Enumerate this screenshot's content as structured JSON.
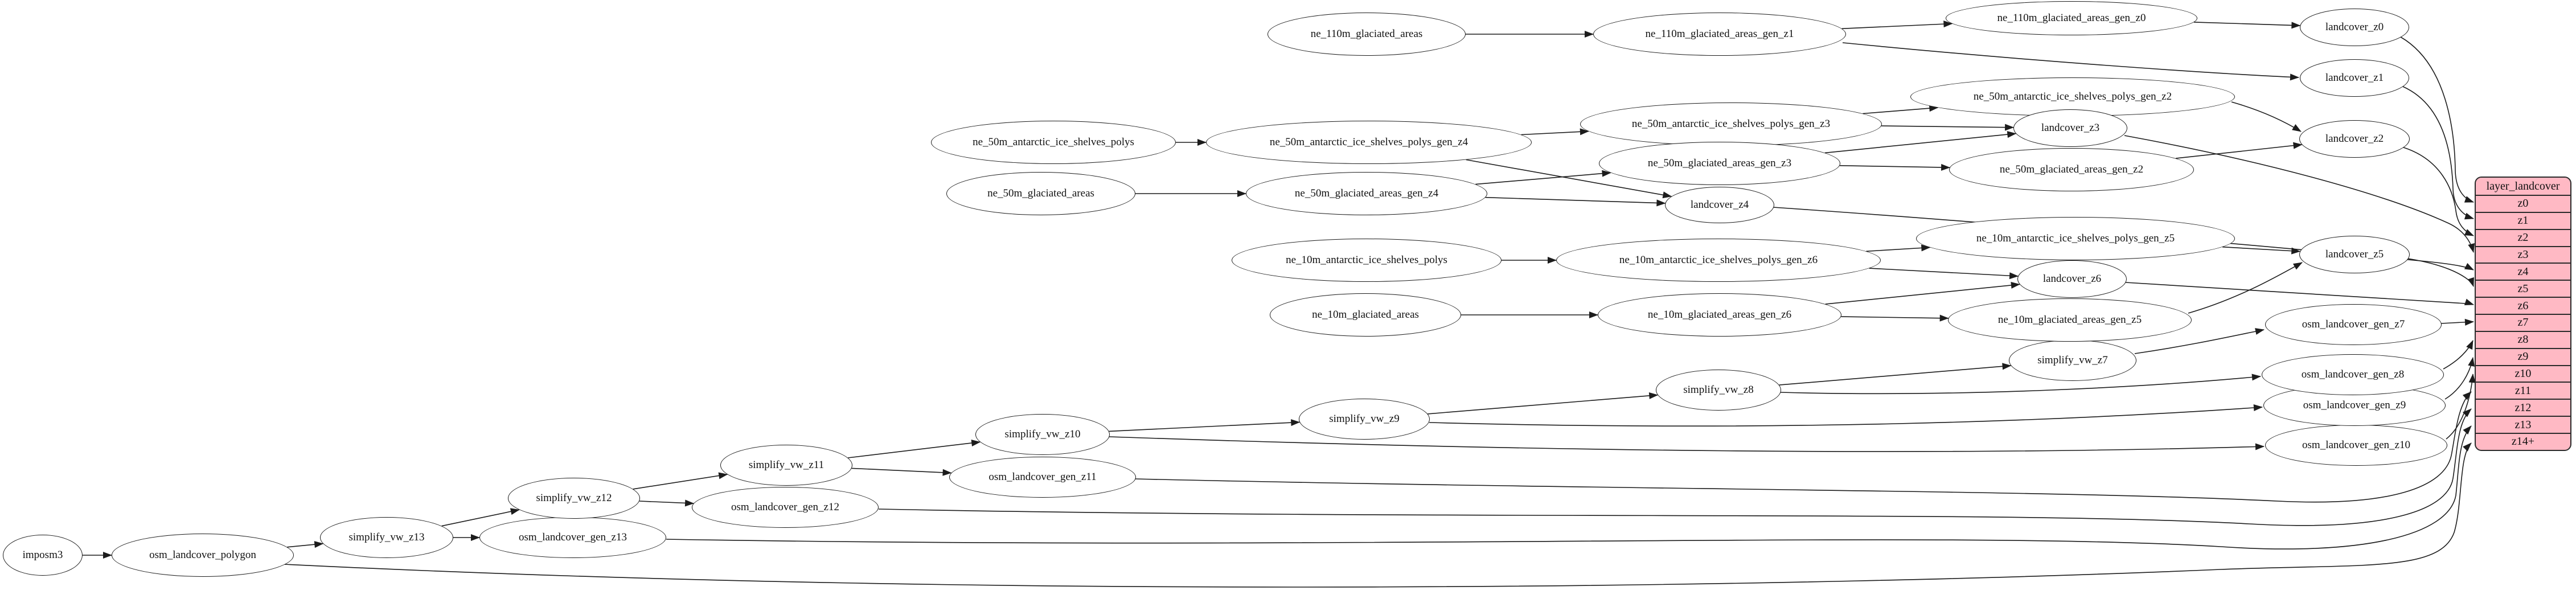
{
  "diagram": {
    "description_colors": {
      "background": "#ffffff",
      "node_fill": "#ffffff",
      "node_stroke": "#1c1c1c",
      "edge_stroke": "#1c1c1c",
      "table_fill": "#ffb9c4",
      "table_stroke": "#2b2b2b",
      "text": "#111111"
    }
  },
  "graph": {
    "nodes": [
      {
        "id": "imposm3",
        "label": "imposm3"
      },
      {
        "id": "osm_landcover_polygon",
        "label": "osm_landcover_polygon"
      },
      {
        "id": "simplify_vw_z13",
        "label": "simplify_vw_z13"
      },
      {
        "id": "osm_landcover_gen_z13",
        "label": "osm_landcover_gen_z13"
      },
      {
        "id": "simplify_vw_z12",
        "label": "simplify_vw_z12"
      },
      {
        "id": "osm_landcover_gen_z12",
        "label": "osm_landcover_gen_z12"
      },
      {
        "id": "simplify_vw_z11",
        "label": "simplify_vw_z11"
      },
      {
        "id": "osm_landcover_gen_z11",
        "label": "osm_landcover_gen_z11"
      },
      {
        "id": "simplify_vw_z10",
        "label": "simplify_vw_z10"
      },
      {
        "id": "osm_landcover_gen_z10",
        "label": "osm_landcover_gen_z10"
      },
      {
        "id": "simplify_vw_z9",
        "label": "simplify_vw_z9"
      },
      {
        "id": "osm_landcover_gen_z9",
        "label": "osm_landcover_gen_z9"
      },
      {
        "id": "simplify_vw_z8",
        "label": "simplify_vw_z8"
      },
      {
        "id": "osm_landcover_gen_z8",
        "label": "osm_landcover_gen_z8"
      },
      {
        "id": "simplify_vw_z7",
        "label": "simplify_vw_z7"
      },
      {
        "id": "osm_landcover_gen_z7",
        "label": "osm_landcover_gen_z7"
      },
      {
        "id": "ne_110m_glaciated_areas",
        "label": "ne_110m_glaciated_areas"
      },
      {
        "id": "ne_110m_glaciated_areas_gen_z1",
        "label": "ne_110m_glaciated_areas_gen_z1"
      },
      {
        "id": "ne_110m_glaciated_areas_gen_z0",
        "label": "ne_110m_glaciated_areas_gen_z0"
      },
      {
        "id": "landcover_z0",
        "label": "landcover_z0"
      },
      {
        "id": "landcover_z1",
        "label": "landcover_z1"
      },
      {
        "id": "ne_50m_antarctic_ice_shelves_polys",
        "label": "ne_50m_antarctic_ice_shelves_polys"
      },
      {
        "id": "ne_50m_antarctic_ice_shelves_polys_gen_z4",
        "label": "ne_50m_antarctic_ice_shelves_polys_gen_z4"
      },
      {
        "id": "ne_50m_antarctic_ice_shelves_polys_gen_z3",
        "label": "ne_50m_antarctic_ice_shelves_polys_gen_z3"
      },
      {
        "id": "ne_50m_antarctic_ice_shelves_polys_gen_z2",
        "label": "ne_50m_antarctic_ice_shelves_polys_gen_z2"
      },
      {
        "id": "landcover_z2",
        "label": "landcover_z2"
      },
      {
        "id": "landcover_z3",
        "label": "landcover_z3"
      },
      {
        "id": "ne_50m_glaciated_areas",
        "label": "ne_50m_glaciated_areas"
      },
      {
        "id": "ne_50m_glaciated_areas_gen_z4",
        "label": "ne_50m_glaciated_areas_gen_z4"
      },
      {
        "id": "ne_50m_glaciated_areas_gen_z3",
        "label": "ne_50m_glaciated_areas_gen_z3"
      },
      {
        "id": "ne_50m_glaciated_areas_gen_z2",
        "label": "ne_50m_glaciated_areas_gen_z2"
      },
      {
        "id": "landcover_z4",
        "label": "landcover_z4"
      },
      {
        "id": "ne_10m_antarctic_ice_shelves_polys",
        "label": "ne_10m_antarctic_ice_shelves_polys"
      },
      {
        "id": "ne_10m_antarctic_ice_shelves_polys_gen_z6",
        "label": "ne_10m_antarctic_ice_shelves_polys_gen_z6"
      },
      {
        "id": "ne_10m_antarctic_ice_shelves_polys_gen_z5",
        "label": "ne_10m_antarctic_ice_shelves_polys_gen_z5"
      },
      {
        "id": "landcover_z5",
        "label": "landcover_z5"
      },
      {
        "id": "landcover_z6",
        "label": "landcover_z6"
      },
      {
        "id": "ne_10m_glaciated_areas",
        "label": "ne_10m_glaciated_areas"
      },
      {
        "id": "ne_10m_glaciated_areas_gen_z6",
        "label": "ne_10m_glaciated_areas_gen_z6"
      },
      {
        "id": "ne_10m_glaciated_areas_gen_z5",
        "label": "ne_10m_glaciated_areas_gen_z5"
      }
    ],
    "edges": [
      {
        "from": "imposm3",
        "to": "osm_landcover_polygon"
      },
      {
        "from": "osm_landcover_polygon",
        "to": "simplify_vw_z13"
      },
      {
        "from": "osm_landcover_polygon",
        "to": "layer_landcover",
        "row": "z14+"
      },
      {
        "from": "simplify_vw_z13",
        "to": "simplify_vw_z12"
      },
      {
        "from": "simplify_vw_z13",
        "to": "osm_landcover_gen_z13"
      },
      {
        "from": "osm_landcover_gen_z13",
        "to": "layer_landcover",
        "row": "z13"
      },
      {
        "from": "simplify_vw_z12",
        "to": "simplify_vw_z11"
      },
      {
        "from": "simplify_vw_z12",
        "to": "osm_landcover_gen_z12"
      },
      {
        "from": "osm_landcover_gen_z12",
        "to": "layer_landcover",
        "row": "z12"
      },
      {
        "from": "simplify_vw_z11",
        "to": "simplify_vw_z10"
      },
      {
        "from": "simplify_vw_z11",
        "to": "osm_landcover_gen_z11"
      },
      {
        "from": "osm_landcover_gen_z11",
        "to": "layer_landcover",
        "row": "z11"
      },
      {
        "from": "simplify_vw_z10",
        "to": "simplify_vw_z9"
      },
      {
        "from": "simplify_vw_z10",
        "to": "osm_landcover_gen_z10"
      },
      {
        "from": "osm_landcover_gen_z10",
        "to": "layer_landcover",
        "row": "z10"
      },
      {
        "from": "simplify_vw_z9",
        "to": "simplify_vw_z8"
      },
      {
        "from": "simplify_vw_z9",
        "to": "osm_landcover_gen_z9"
      },
      {
        "from": "osm_landcover_gen_z9",
        "to": "layer_landcover",
        "row": "z9"
      },
      {
        "from": "simplify_vw_z8",
        "to": "simplify_vw_z7"
      },
      {
        "from": "simplify_vw_z8",
        "to": "osm_landcover_gen_z8"
      },
      {
        "from": "osm_landcover_gen_z8",
        "to": "layer_landcover",
        "row": "z8"
      },
      {
        "from": "simplify_vw_z7",
        "to": "osm_landcover_gen_z7"
      },
      {
        "from": "osm_landcover_gen_z7",
        "to": "layer_landcover",
        "row": "z7"
      },
      {
        "from": "ne_110m_glaciated_areas",
        "to": "ne_110m_glaciated_areas_gen_z1"
      },
      {
        "from": "ne_110m_glaciated_areas_gen_z1",
        "to": "ne_110m_glaciated_areas_gen_z0"
      },
      {
        "from": "ne_110m_glaciated_areas_gen_z1",
        "to": "landcover_z1"
      },
      {
        "from": "ne_110m_glaciated_areas_gen_z0",
        "to": "landcover_z0"
      },
      {
        "from": "landcover_z0",
        "to": "layer_landcover",
        "row": "z0"
      },
      {
        "from": "landcover_z1",
        "to": "layer_landcover",
        "row": "z1"
      },
      {
        "from": "ne_50m_antarctic_ice_shelves_polys",
        "to": "ne_50m_antarctic_ice_shelves_polys_gen_z4"
      },
      {
        "from": "ne_50m_antarctic_ice_shelves_polys_gen_z4",
        "to": "ne_50m_antarctic_ice_shelves_polys_gen_z3"
      },
      {
        "from": "ne_50m_antarctic_ice_shelves_polys_gen_z4",
        "to": "landcover_z4"
      },
      {
        "from": "ne_50m_antarctic_ice_shelves_polys_gen_z3",
        "to": "ne_50m_antarctic_ice_shelves_polys_gen_z2"
      },
      {
        "from": "ne_50m_antarctic_ice_shelves_polys_gen_z3",
        "to": "landcover_z3"
      },
      {
        "from": "ne_50m_antarctic_ice_shelves_polys_gen_z2",
        "to": "landcover_z2"
      },
      {
        "from": "ne_50m_glaciated_areas",
        "to": "ne_50m_glaciated_areas_gen_z4"
      },
      {
        "from": "ne_50m_glaciated_areas_gen_z4",
        "to": "ne_50m_glaciated_areas_gen_z3"
      },
      {
        "from": "ne_50m_glaciated_areas_gen_z4",
        "to": "landcover_z4"
      },
      {
        "from": "ne_50m_glaciated_areas_gen_z3",
        "to": "ne_50m_glaciated_areas_gen_z2"
      },
      {
        "from": "ne_50m_glaciated_areas_gen_z3",
        "to": "landcover_z3"
      },
      {
        "from": "ne_50m_glaciated_areas_gen_z2",
        "to": "landcover_z2"
      },
      {
        "from": "landcover_z2",
        "to": "layer_landcover",
        "row": "z2"
      },
      {
        "from": "landcover_z3",
        "to": "layer_landcover",
        "row": "z3"
      },
      {
        "from": "landcover_z4",
        "to": "layer_landcover",
        "row": "z4"
      },
      {
        "from": "ne_10m_antarctic_ice_shelves_polys",
        "to": "ne_10m_antarctic_ice_shelves_polys_gen_z6"
      },
      {
        "from": "ne_10m_antarctic_ice_shelves_polys_gen_z6",
        "to": "ne_10m_antarctic_ice_shelves_polys_gen_z5"
      },
      {
        "from": "ne_10m_antarctic_ice_shelves_polys_gen_z6",
        "to": "landcover_z6"
      },
      {
        "from": "ne_10m_antarctic_ice_shelves_polys_gen_z5",
        "to": "landcover_z5"
      },
      {
        "from": "ne_10m_glaciated_areas",
        "to": "ne_10m_glaciated_areas_gen_z6"
      },
      {
        "from": "ne_10m_glaciated_areas_gen_z6",
        "to": "ne_10m_glaciated_areas_gen_z5"
      },
      {
        "from": "ne_10m_glaciated_areas_gen_z6",
        "to": "landcover_z6"
      },
      {
        "from": "ne_10m_glaciated_areas_gen_z5",
        "to": "landcover_z5"
      },
      {
        "from": "landcover_z5",
        "to": "layer_landcover",
        "row": "z5"
      },
      {
        "from": "landcover_z6",
        "to": "layer_landcover",
        "row": "z6"
      }
    ]
  },
  "table": {
    "title": "layer_landcover",
    "rows": [
      "z0",
      "z1",
      "z2",
      "z3",
      "z4",
      "z5",
      "z6",
      "z7",
      "z8",
      "z9",
      "z10",
      "z11",
      "z12",
      "z13",
      "z14+"
    ]
  }
}
